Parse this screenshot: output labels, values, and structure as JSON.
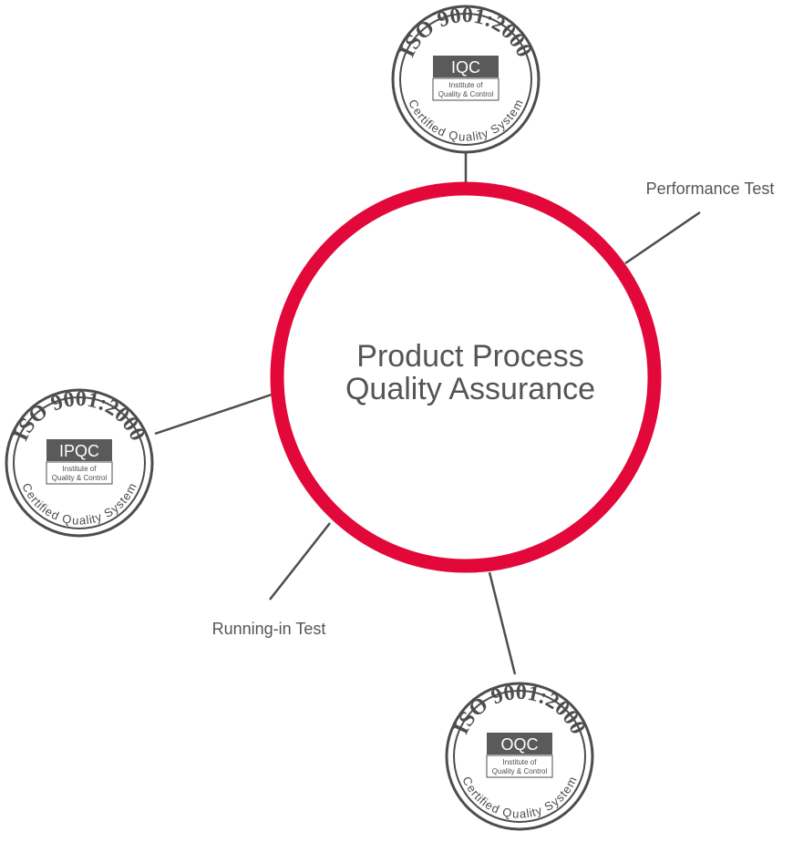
{
  "center": {
    "line1": "Product Process",
    "line2": "Quality Assurance"
  },
  "labels": {
    "performance_test": "Performance Test",
    "running_in_test": "Running-in Test"
  },
  "seals": [
    {
      "id": "iqc",
      "standard": "ISO 9001:2000",
      "code": "IQC",
      "institute_line1": "Institute of",
      "institute_line2": "Quality & Control",
      "certified": "Certified Quality System"
    },
    {
      "id": "ipqc",
      "standard": "ISO 9001:2000",
      "code": "IPQC",
      "institute_line1": "Institute of",
      "institute_line2": "Quality & Control",
      "certified": "Certified Quality System"
    },
    {
      "id": "oqc",
      "standard": "ISO 9001:2000",
      "code": "OQC",
      "institute_line1": "Institute of",
      "institute_line2": "Quality & Control",
      "certified": "Certified Quality System"
    }
  ],
  "colors": {
    "ring": "#e2093a",
    "line": "#4d4d4d",
    "text": "#555555",
    "seal_box": "#5a5a5a"
  }
}
